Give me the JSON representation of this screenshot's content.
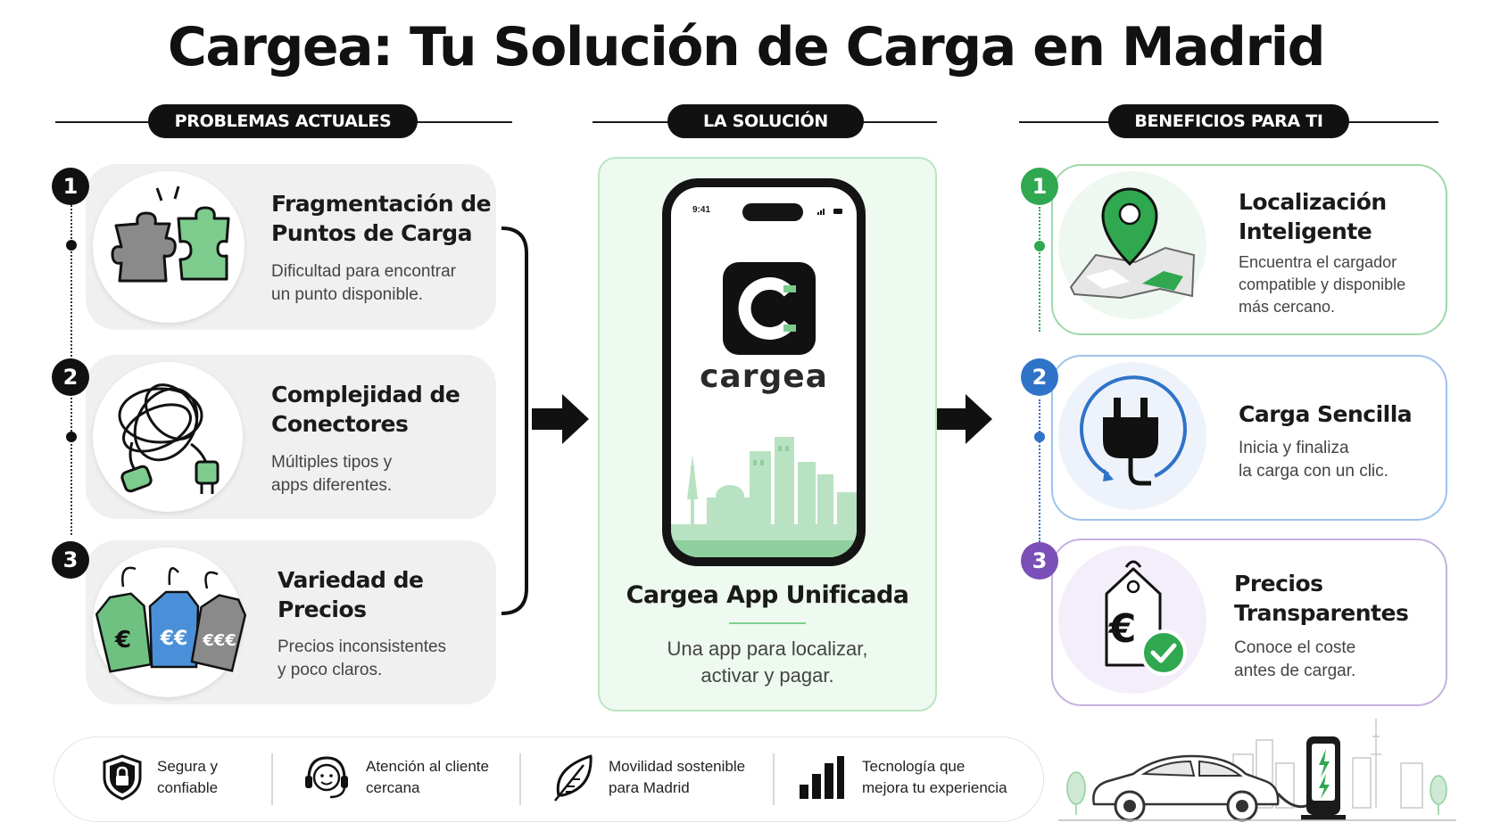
{
  "title": "Cargea: Tu Solución de Carga en Madrid",
  "sections": {
    "problems": "PROBLEMAS ACTUALES",
    "solution": "LA SOLUCIÓN",
    "benefits": "BENEFICIOS PARA TI"
  },
  "problems": [
    {
      "num": "1",
      "title_l1": "Fragmentación de",
      "title_l2": "Puntos de Carga",
      "desc_l1": "Dificultad para encontrar",
      "desc_l2": "un punto disponible.",
      "icon": "puzzle-icon"
    },
    {
      "num": "2",
      "title_l1": "Complejidad de",
      "title_l2": "Conectores",
      "desc_l1": "Múltiples tipos y",
      "desc_l2": "apps diferentes.",
      "icon": "tangled-cables-icon"
    },
    {
      "num": "3",
      "title_l1": "Variedad de",
      "title_l2": "Precios",
      "desc_l1": "Precios inconsistentes",
      "desc_l2": "y poco claros.",
      "icon": "price-tags-icon",
      "tags": [
        "€",
        "€€",
        "€€€"
      ]
    }
  ],
  "solution": {
    "phone_time": "9:41",
    "brand": "cargea",
    "title": "Cargea App Unificada",
    "desc_l1": "Una app para localizar,",
    "desc_l2": "activar y pagar."
  },
  "benefits": [
    {
      "num": "1",
      "title_l1": "Localización",
      "title_l2": "Inteligente",
      "desc_l1": "Encuentra el cargador",
      "desc_l2": "compatible y disponible",
      "desc_l3": "más cercano.",
      "color": "#2fa84f",
      "icon": "map-pin-icon"
    },
    {
      "num": "2",
      "title_l1": "Carga Sencilla",
      "desc_l1": "Inicia y finaliza",
      "desc_l2": "la carga con un clic.",
      "color": "#2f73c9",
      "icon": "plug-icon"
    },
    {
      "num": "3",
      "title_l1": "Precios",
      "title_l2": "Transparentes",
      "desc_l1": "Conoce el coste",
      "desc_l2": "antes de cargar.",
      "color": "#7b4fb8",
      "icon": "euro-tag-check-icon",
      "currency": "€"
    }
  ],
  "features": [
    {
      "l1": "Segura y",
      "l2": "confiable",
      "icon": "shield-lock-icon"
    },
    {
      "l1": "Atención al cliente",
      "l2": "cercana",
      "icon": "headset-icon"
    },
    {
      "l1": "Movilidad sostenible",
      "l2": "para Madrid",
      "icon": "leaf-icon"
    },
    {
      "l1": "Tecnología que",
      "l2": "mejora tu experiencia",
      "icon": "bar-chart-icon"
    }
  ],
  "colors": {
    "accent_green": "#2fa84f",
    "accent_blue": "#2f73c9",
    "accent_purple": "#7b4fb8",
    "dark": "#111111"
  }
}
